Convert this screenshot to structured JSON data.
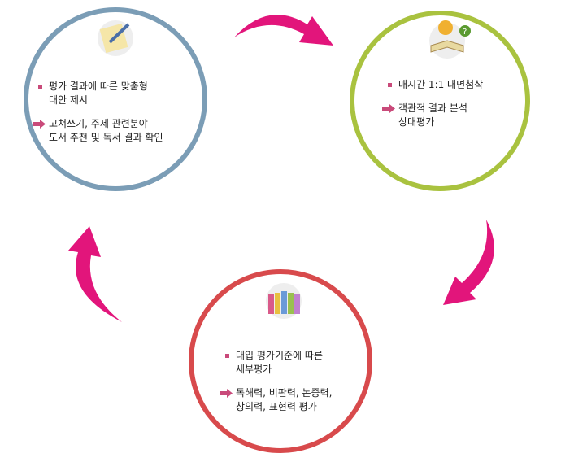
{
  "colors": {
    "circle_left": "#7b9db6",
    "circle_right": "#a9c23f",
    "circle_bottom": "#d84a4c",
    "arrow": "#e2157b",
    "bullet": "#c94a7a"
  },
  "left": {
    "icon": "notepad-pencil-icon",
    "items": [
      {
        "marker": "square-bullet",
        "lines": [
          "평가 결과에 따른 맞춤형",
          "대안 제시"
        ]
      },
      {
        "marker": "arrow-bullet",
        "lines": [
          "고쳐쓰기, 주제 관련분야",
          "도서 추천 및 독서 결과 확인"
        ]
      }
    ]
  },
  "right": {
    "icon": "book-question-icon",
    "items": [
      {
        "marker": "square-bullet",
        "lines": [
          "매시간 1:1 대면첨삭"
        ]
      },
      {
        "marker": "arrow-bullet",
        "lines": [
          "객관적 결과 분석",
          "상대평가"
        ]
      }
    ]
  },
  "bottom": {
    "icon": "pencils-icon",
    "items": [
      {
        "marker": "square-bullet",
        "lines": [
          "대입 평가기준에 따른",
          "세부평가"
        ]
      },
      {
        "marker": "arrow-bullet",
        "lines": [
          "독해력, 비판력, 논증력,",
          "창의력, 표현력 평가"
        ]
      }
    ]
  }
}
